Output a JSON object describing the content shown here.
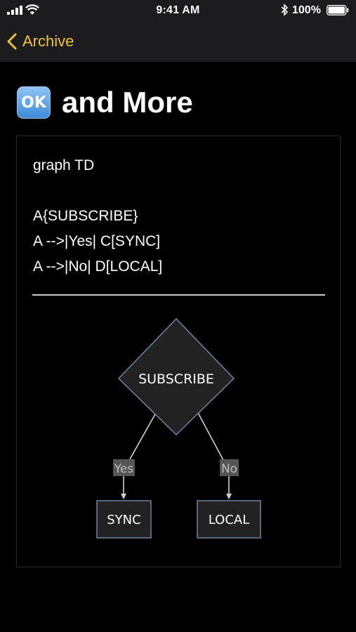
{
  "status_bar": {
    "time": "9:41 AM",
    "battery_percent": "100%"
  },
  "nav": {
    "back_label": "Archive"
  },
  "page": {
    "emoji_badge": "OK",
    "title": "and More"
  },
  "code": {
    "lines": [
      "graph TD",
      "A{SUBSCRIBE}",
      "A -->|Yes| C[SYNC]",
      "A -->|No| D[LOCAL]"
    ]
  },
  "diagram": {
    "decision": "SUBSCRIBE",
    "edge_yes": "Yes",
    "edge_no": "No",
    "node_yes": "SYNC",
    "node_no": "LOCAL"
  },
  "colors": {
    "accent": "#f0c338",
    "node_border": "#6f8fb0",
    "node_fill": "#222222",
    "edge": "#d0d0d0",
    "edge_label_bg": "#555555"
  }
}
